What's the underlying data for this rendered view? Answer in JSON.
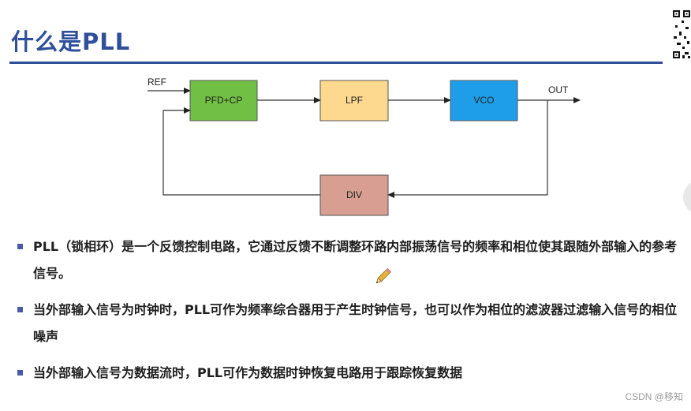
{
  "slide": {
    "title": "什么是PLL"
  },
  "diagram": {
    "input_label": "REF",
    "output_label": "OUT",
    "blocks": {
      "pfd": {
        "label": "PFD+CP",
        "color": "#71bf44"
      },
      "lpf": {
        "label": "LPF",
        "color": "#fdd88f"
      },
      "vco": {
        "label": "VCO",
        "color": "#1e9ee8"
      },
      "div": {
        "label": "DIV",
        "color": "#d79e91"
      }
    }
  },
  "bullets": [
    {
      "text": "PLL（锁相环）是一个反馈控制电路，它通过反馈不断调整环路内部振荡信号的频率和相位使其跟随外部输入的参考信号。"
    },
    {
      "text": "当外部输入信号为时钟时，PLL可作为频率综合器用于产生时钟信号，也可以作为相位的滤波器过滤输入信号的相位噪声"
    },
    {
      "text": "当外部输入信号为数据流时，PLL可作为数据时钟恢复电路用于跟踪恢复数据"
    }
  ],
  "watermark": "CSDN @移知",
  "icons": [
    "qr-code-icon",
    "pencil-icon",
    "bullet-square-icon"
  ]
}
